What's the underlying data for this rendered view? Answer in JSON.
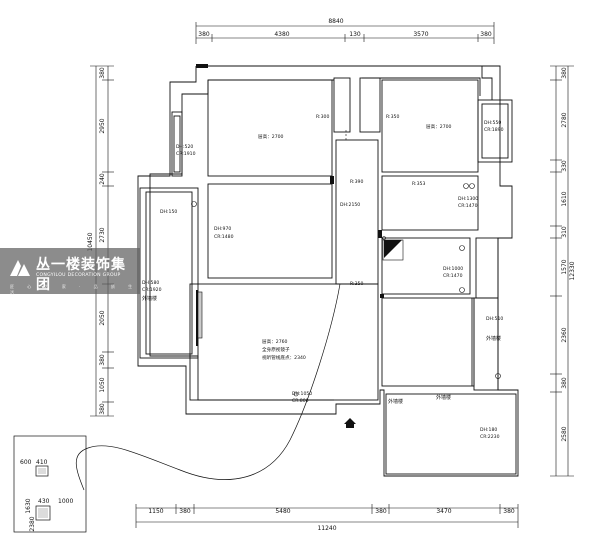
{
  "dimensions": {
    "top_total": "8840",
    "top": [
      "380",
      "4380",
      "130",
      "3570",
      "380"
    ],
    "bottom_total": "11240",
    "bottom": [
      "1150",
      "380",
      "5480",
      "380",
      "3470",
      "380"
    ],
    "left_total": "10450",
    "left": [
      "380",
      "2950",
      "240",
      "2730",
      "2050",
      "380",
      "1050",
      "380"
    ],
    "right_total": "12330",
    "right": [
      "380",
      "2780",
      "330",
      "1610",
      "310",
      "1570",
      "2360",
      "380",
      "2580"
    ]
  },
  "rooms": {
    "bedroom_a_height": "层高：2700",
    "bedroom_b_height": "层高：2700",
    "living_height": "层高：2760",
    "living_mirror": "全身原视镜子",
    "living_pipe": "视听管线底点：2340",
    "r300": "R:300",
    "r350_right": "R:350",
    "r390": "R:390",
    "r350_hall": "R:350",
    "r353": "R:353"
  },
  "openings": {
    "bw_left": [
      "DH:520",
      "CR:1910"
    ],
    "bw_right": [
      "DH:550",
      "CR:1890"
    ],
    "dh150": "DH:150",
    "dh970": [
      "DH:970",
      "CR:1480"
    ],
    "dh2150": "DH:2150",
    "dh1300": [
      "DH:1300",
      "CR:1470"
    ],
    "dh1000": [
      "DH:1000",
      "CR:1470"
    ],
    "dh580": [
      "DH:580",
      "CR:1920"
    ],
    "dh510": "DH:510",
    "dh1050": [
      "DH:1050",
      "CR:800"
    ],
    "dh180": [
      "DH:180",
      "CR:2230"
    ]
  },
  "labels": {
    "outer_wall_a": "外墙楼",
    "outer_wall_b": "外墙楼",
    "outer_wall_c": "外墙楼",
    "outer_wall_d": "外墙楼"
  },
  "legend": {
    "d600": "600",
    "d410": "410",
    "d430": "430",
    "d1000": "1000",
    "d1630": "1630",
    "d2380": "2380"
  },
  "watermark": {
    "title": "丛一楼装饰集团",
    "subtitle": "CONGYILOU DECORATION GROUP",
    "tag": "匠 心 为 家 · 品 质 生 活"
  }
}
